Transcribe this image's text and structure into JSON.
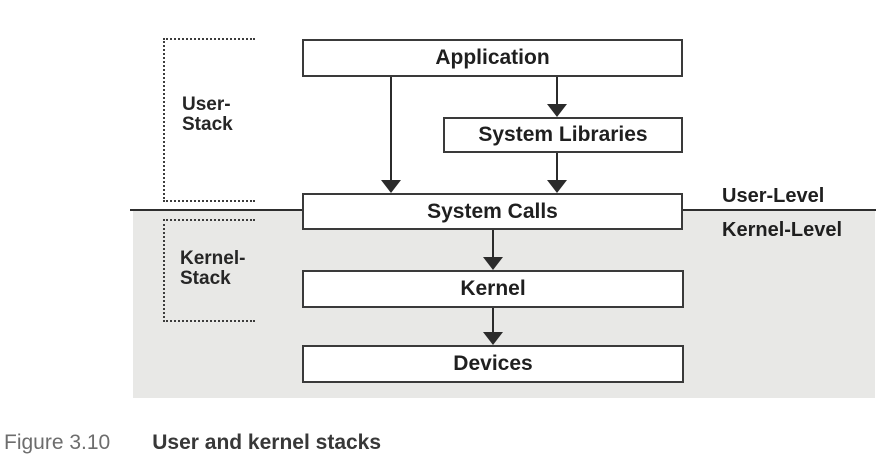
{
  "figure": {
    "caption": {
      "label": "Figure 3.10",
      "title": "User and kernel stacks"
    }
  },
  "diagram": {
    "boxes": [
      {
        "name": "application",
        "label": "Application"
      },
      {
        "name": "system-libraries",
        "label": "System Libraries"
      },
      {
        "name": "system-calls",
        "label": "System Calls"
      },
      {
        "name": "kernel",
        "label": "Kernel"
      },
      {
        "name": "devices",
        "label": "Devices"
      }
    ],
    "brackets": [
      {
        "name": "user-stack",
        "line1": "User-",
        "line2": "Stack"
      },
      {
        "name": "kernel-stack",
        "line1": "Kernel-",
        "line2": "Stack"
      }
    ],
    "levels": {
      "user": "User-Level",
      "kernel": "Kernel-Level"
    },
    "arrows": [
      {
        "from": "application",
        "to": "system-calls"
      },
      {
        "from": "application",
        "to": "system-libraries"
      },
      {
        "from": "system-libraries",
        "to": "system-calls"
      },
      {
        "from": "system-calls",
        "to": "kernel"
      },
      {
        "from": "kernel",
        "to": "devices"
      }
    ],
    "colors": {
      "kernel_space_bg": "#e8e8e6",
      "divider_line": "#2e2e2e",
      "box_border": "#3a3a3a",
      "box_fill": "#ffffff",
      "text": "#1f1f1f",
      "caption_label": "#6d6d6d",
      "caption_title": "#383838"
    }
  }
}
